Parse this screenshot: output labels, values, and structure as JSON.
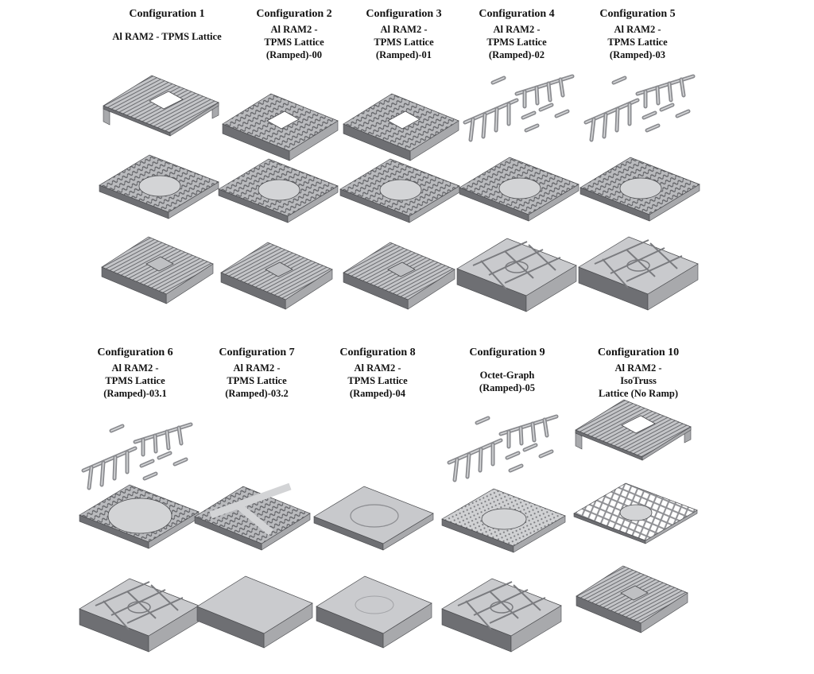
{
  "configurations": [
    {
      "title": "Configuration 1",
      "subtitle": "Al RAM2 - TPMS Lattice",
      "parts": [
        "skin-perforated",
        "lattice-disc",
        "assembly-lattice-window"
      ]
    },
    {
      "title": "Configuration 2",
      "subtitle": "Al RAM2 -\nTPMS Lattice\n(Ramped)-00",
      "parts": [
        "lattice-perforated",
        "lattice-disc",
        "assembly-lattice-window"
      ]
    },
    {
      "title": "Configuration 3",
      "subtitle": "Al RAM2 -\nTPMS Lattice\n(Ramped)-01",
      "parts": [
        "lattice-perforated",
        "lattice-disc",
        "assembly-lattice-window"
      ]
    },
    {
      "title": "Configuration 4",
      "subtitle": "Al RAM2 -\nTPMS Lattice\n(Ramped)-02",
      "parts": [
        "branch-struts",
        "lattice-disc",
        "assembly-ribbed"
      ]
    },
    {
      "title": "Configuration 5",
      "subtitle": "Al RAM2 -\nTPMS Lattice\n(Ramped)-03",
      "parts": [
        "branch-struts",
        "lattice-disc",
        "assembly-ribbed"
      ]
    },
    {
      "title": "Configuration 6",
      "subtitle": "Al RAM2 -\nTPMS Lattice\n(Ramped)-03.1",
      "parts": [
        "branch-struts",
        "lattice-disc-large",
        "assembly-ribbed"
      ]
    },
    {
      "title": "Configuration 7",
      "subtitle": "Al RAM2 -\nTPMS Lattice\n(Ramped)-03.2",
      "parts": [
        "lattice-cross",
        "solid-block"
      ]
    },
    {
      "title": "Configuration 8",
      "subtitle": "Al RAM2 -\nTPMS Lattice\n(Ramped)-04",
      "parts": [
        "solid-plate-disc",
        "solid-block-disc"
      ]
    },
    {
      "title": "Configuration 9",
      "subtitle": "Octet-Graph\n(Ramped)-05",
      "parts": [
        "branch-struts",
        "octet-plate-disc",
        "assembly-ribbed"
      ]
    },
    {
      "title": "Configuration 10",
      "subtitle": "Al RAM2 -\nIsoTruss\nLattice (No Ramp)",
      "parts": [
        "skin-perforated",
        "isotruss-lattice",
        "assembly-lattice-window"
      ]
    }
  ],
  "colors": {
    "metal_light": "#d3d4d6",
    "metal_mid": "#a8a9ac",
    "metal_dark": "#6e6f73",
    "edge": "#4a4b4e"
  }
}
